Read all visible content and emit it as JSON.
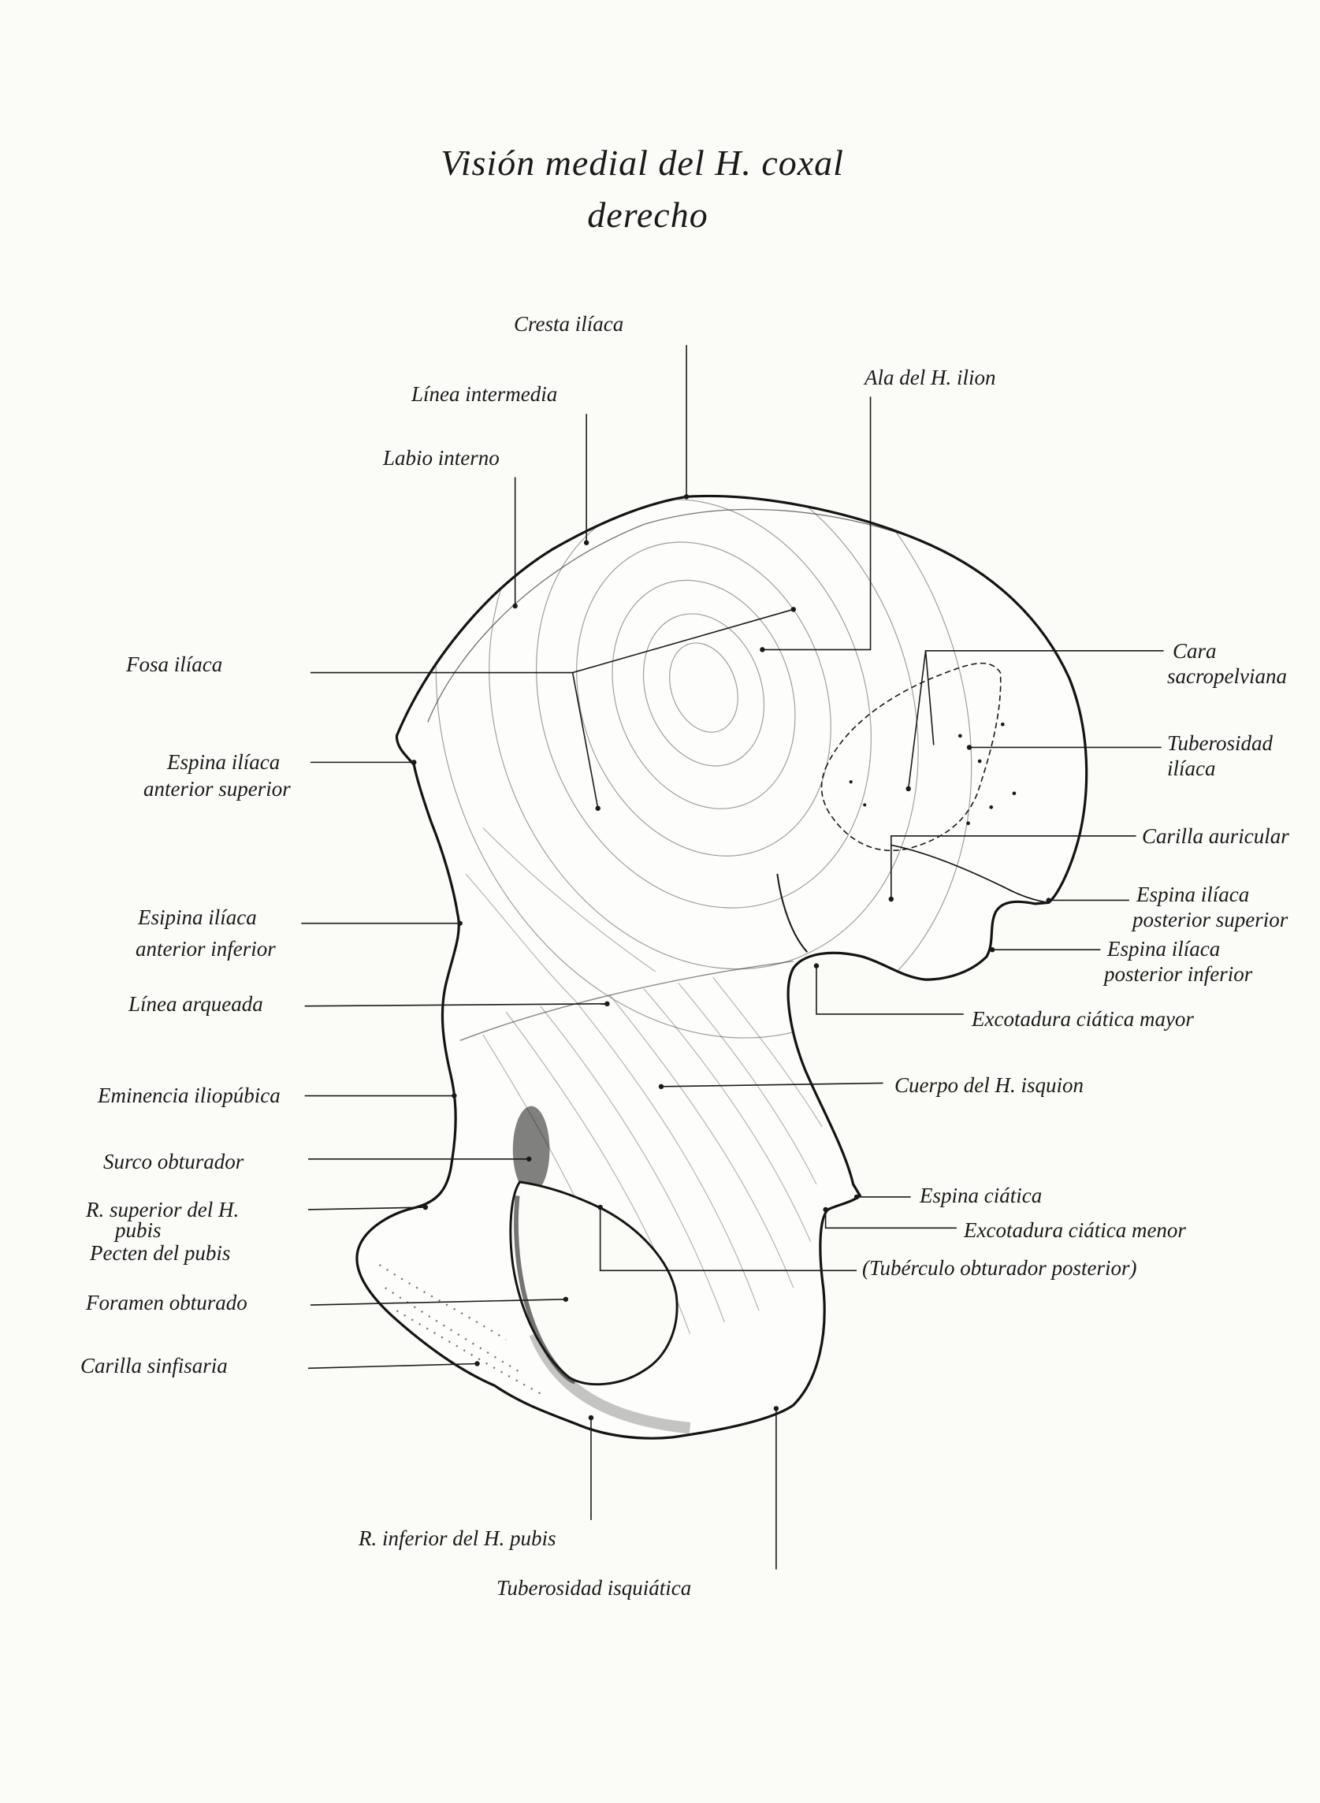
{
  "title": {
    "line1": "Visión medial del H. coxal",
    "line2": "derecho"
  },
  "labels": {
    "cresta_iliaca": [
      "Cresta ilíaca"
    ],
    "ala_ilion": [
      "Ala del H. ilion"
    ],
    "linea_intermedia": [
      "Línea intermedia"
    ],
    "labio_interno": [
      "Labio interno"
    ],
    "fosa_iliaca": [
      "Fosa ilíaca"
    ],
    "espina_iliaca_anterior_superior": [
      "Espina ilíaca",
      "anterior superior"
    ],
    "cara_sacropelviana": [
      "Cara",
      "sacropelviana"
    ],
    "tuberosidad_iliaca": [
      "Tuberosidad",
      "ilíaca"
    ],
    "carilla_auricular": [
      "Carilla auricular"
    ],
    "espina_iliaca_posterior_superior": [
      "Espina ilíaca",
      "posterior superior"
    ],
    "espina_iliaca_posterior_inferior": [
      "Espina ilíaca",
      "posterior inferior"
    ],
    "espina_iliaca_anterior_inferior": [
      "Esipina ilíaca",
      "anterior inferior"
    ],
    "linea_arqueada": [
      "Línea arqueada"
    ],
    "escotadura_ciatica_mayor": [
      "Excotadura ciática mayor"
    ],
    "eminencia_iliopubica": [
      "Eminencia iliopúbica"
    ],
    "cuerpo_isquion": [
      "Cuerpo del H. isquion"
    ],
    "surco_obturador": [
      "Surco obturador"
    ],
    "espina_ciatica": [
      "Espina ciática"
    ],
    "rama_superior_pubis": [
      "R. superior del H.",
      "pubis",
      "Pecten del pubis"
    ],
    "escotadura_ciatica_menor": [
      "Excotadura ciática menor"
    ],
    "tuberculo_obturador_posterior": [
      "(Tubérculo obturador posterior)"
    ],
    "foramen_obturado": [
      "Foramen obturado"
    ],
    "carilla_sinfisaria": [
      "Carilla sinfisaria"
    ],
    "rama_inferior_pubis": [
      "R. inferior del H. pubis"
    ],
    "tuberosidad_isquiatica": [
      "Tuberosidad isquiática"
    ]
  },
  "colors": {
    "ink": "#1a1a1a",
    "paper": "#fbfbf8"
  }
}
